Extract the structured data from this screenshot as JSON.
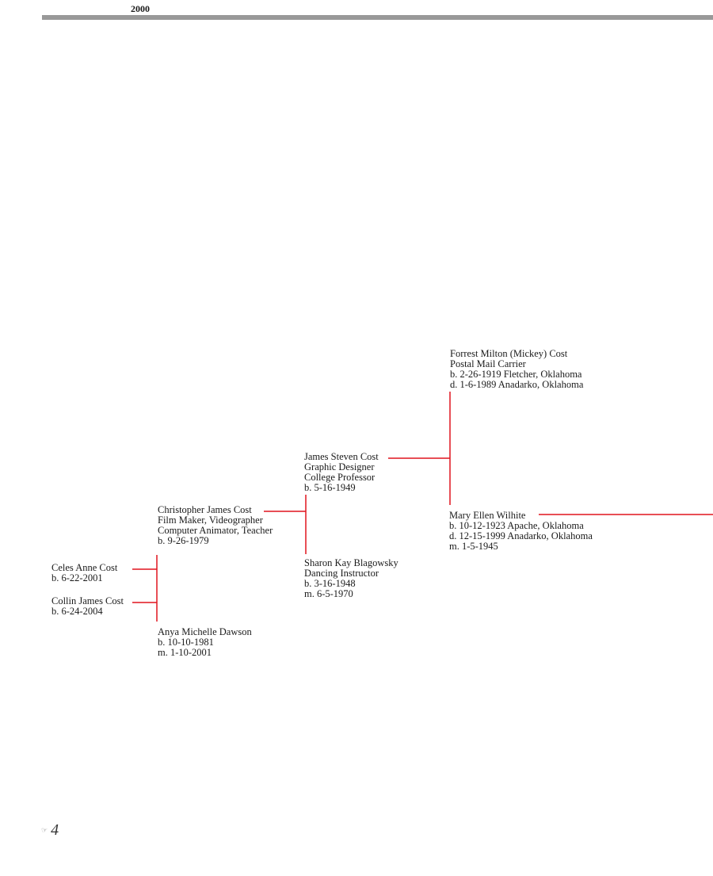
{
  "header": {
    "year": "2000"
  },
  "line_color": "#e0141e",
  "people": {
    "forrest": {
      "lines": [
        "Forrest Milton (Mickey) Cost",
        "Postal Mail Carrier",
        "b. 2-26-1919 Fletcher, Oklahoma",
        "d. 1-6-1989 Anadarko, Oklahoma"
      ]
    },
    "mary": {
      "lines": [
        "Mary Ellen Wilhite",
        "b. 10-12-1923 Apache, Oklahoma",
        "d. 12-15-1999 Anadarko, Oklahoma",
        "m. 1-5-1945"
      ]
    },
    "james": {
      "lines": [
        "James Steven Cost",
        "Graphic Designer",
        "College Professor",
        "b. 5-16-1949"
      ]
    },
    "sharon": {
      "lines": [
        "Sharon Kay Blagowsky",
        "Dancing Instructor",
        "b. 3-16-1948",
        "m. 6-5-1970"
      ]
    },
    "christopher": {
      "lines": [
        "Christopher James Cost",
        "Film Maker, Videographer",
        "Computer Animator, Teacher",
        "b. 9-26-1979"
      ]
    },
    "anya": {
      "lines": [
        "Anya Michelle Dawson",
        "b. 10-10-1981",
        "m. 1-10-2001"
      ]
    },
    "celes": {
      "lines": [
        "Celes Anne Cost",
        "b. 6-22-2001"
      ]
    },
    "collin": {
      "lines": [
        "Collin James Cost",
        "b. 6-24-2004"
      ]
    }
  },
  "footer": {
    "page_number": "4"
  }
}
